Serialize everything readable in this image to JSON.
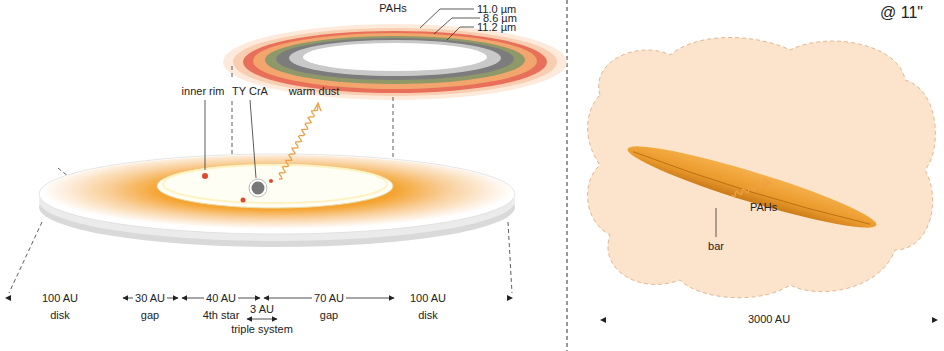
{
  "diagram": {
    "labels": [
      "PAHs",
      "11.0 µm",
      "8.6 µm",
      "11.2 µm",
      "@ 11\"",
      "inner rim",
      "TY CrA",
      "warm dust",
      "PAHs",
      "bar",
      "100 AU",
      "30 AU",
      "40 AU",
      "70 AU",
      "100 AU",
      "disk",
      "gap",
      "4th star",
      "gap",
      "disk",
      "3 AU",
      "triple system",
      "3000 AU"
    ]
  }
}
